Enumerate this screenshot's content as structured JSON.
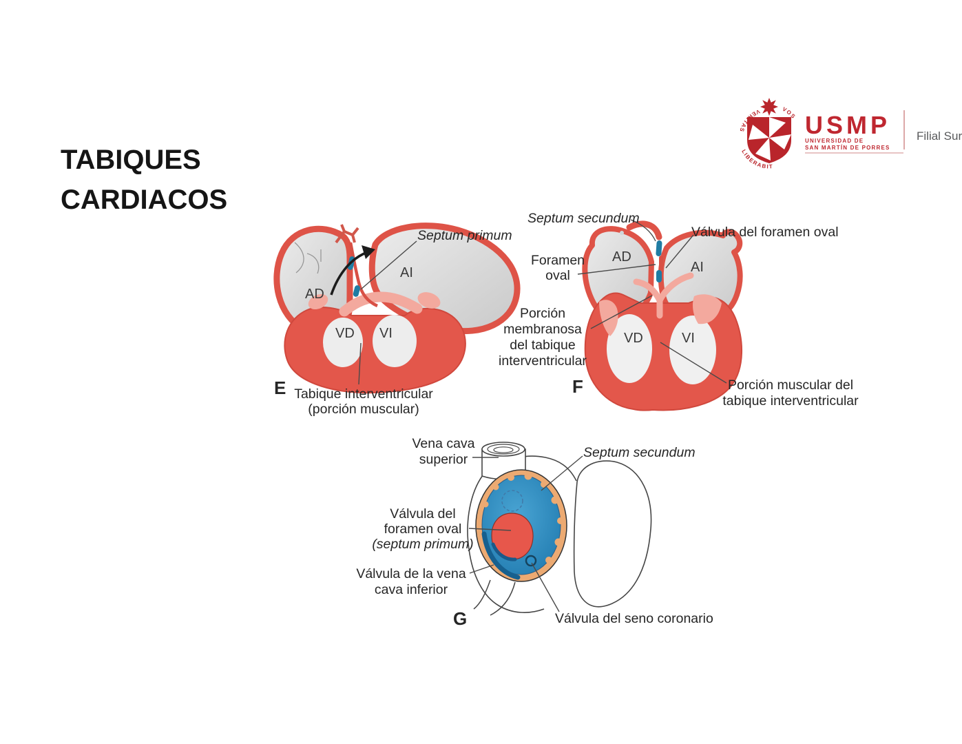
{
  "slide": {
    "title_line1": "TABIQUES",
    "title_line2": "CARDIACOS"
  },
  "logo": {
    "acronym": "USMP",
    "university_line1": "UNIVERSIDAD DE",
    "university_line2": "SAN MARTÍN DE PORRES",
    "motto_left": "VERITAS",
    "motto_bottom": "LIBERABIT",
    "motto_right": "VOS",
    "branch": "Filial Sur",
    "brand_color": "#bf2730"
  },
  "figure": {
    "panel_e": {
      "letter": "E",
      "septum_primum": "Septum primum",
      "ad": "AD",
      "ai": "AI",
      "vd": "VD",
      "vi": "VI",
      "caption_line1": "Tabique interventricular",
      "caption_line2": "(porción muscular)"
    },
    "panel_f": {
      "letter": "F",
      "septum_secundum": "Septum secundum",
      "valvula_foramen": "Válvula del foramen oval",
      "foramen_line1": "Foramen",
      "foramen_line2": "oval",
      "ad": "AD",
      "ai": "AI",
      "vd": "VD",
      "vi": "VI",
      "membranosa_line1": "Porción",
      "membranosa_line2": "membranosa",
      "membranosa_line3": "del tabique",
      "membranosa_line4": "interventricular",
      "muscular_line1": "Porción muscular del",
      "muscular_line2": "tabique interventricular"
    },
    "panel_g": {
      "letter": "G",
      "vena_cava_line1": "Vena cava",
      "vena_cava_line2": "superior",
      "septum_secundum": "Septum secundum",
      "valvula_foramen_line1": "Válvula del",
      "valvula_foramen_line2": "foramen oval",
      "valvula_foramen_line3": "(septum primum)",
      "vena_inferior_line1": "Válvula de la vena",
      "vena_inferior_line2": "cava inferior",
      "seno_coronario": "Válvula del seno coronario"
    },
    "colors": {
      "heart_red": "#e2564b",
      "cushion_pink": "#f3a99e",
      "chamber_gray": "#d8d8d8",
      "septum_blue": "#1f7ca3",
      "fossa_blue": "#2e8ec5",
      "fossa_rim_orange": "#ecaa72",
      "valve_red": "#e7574b"
    }
  }
}
